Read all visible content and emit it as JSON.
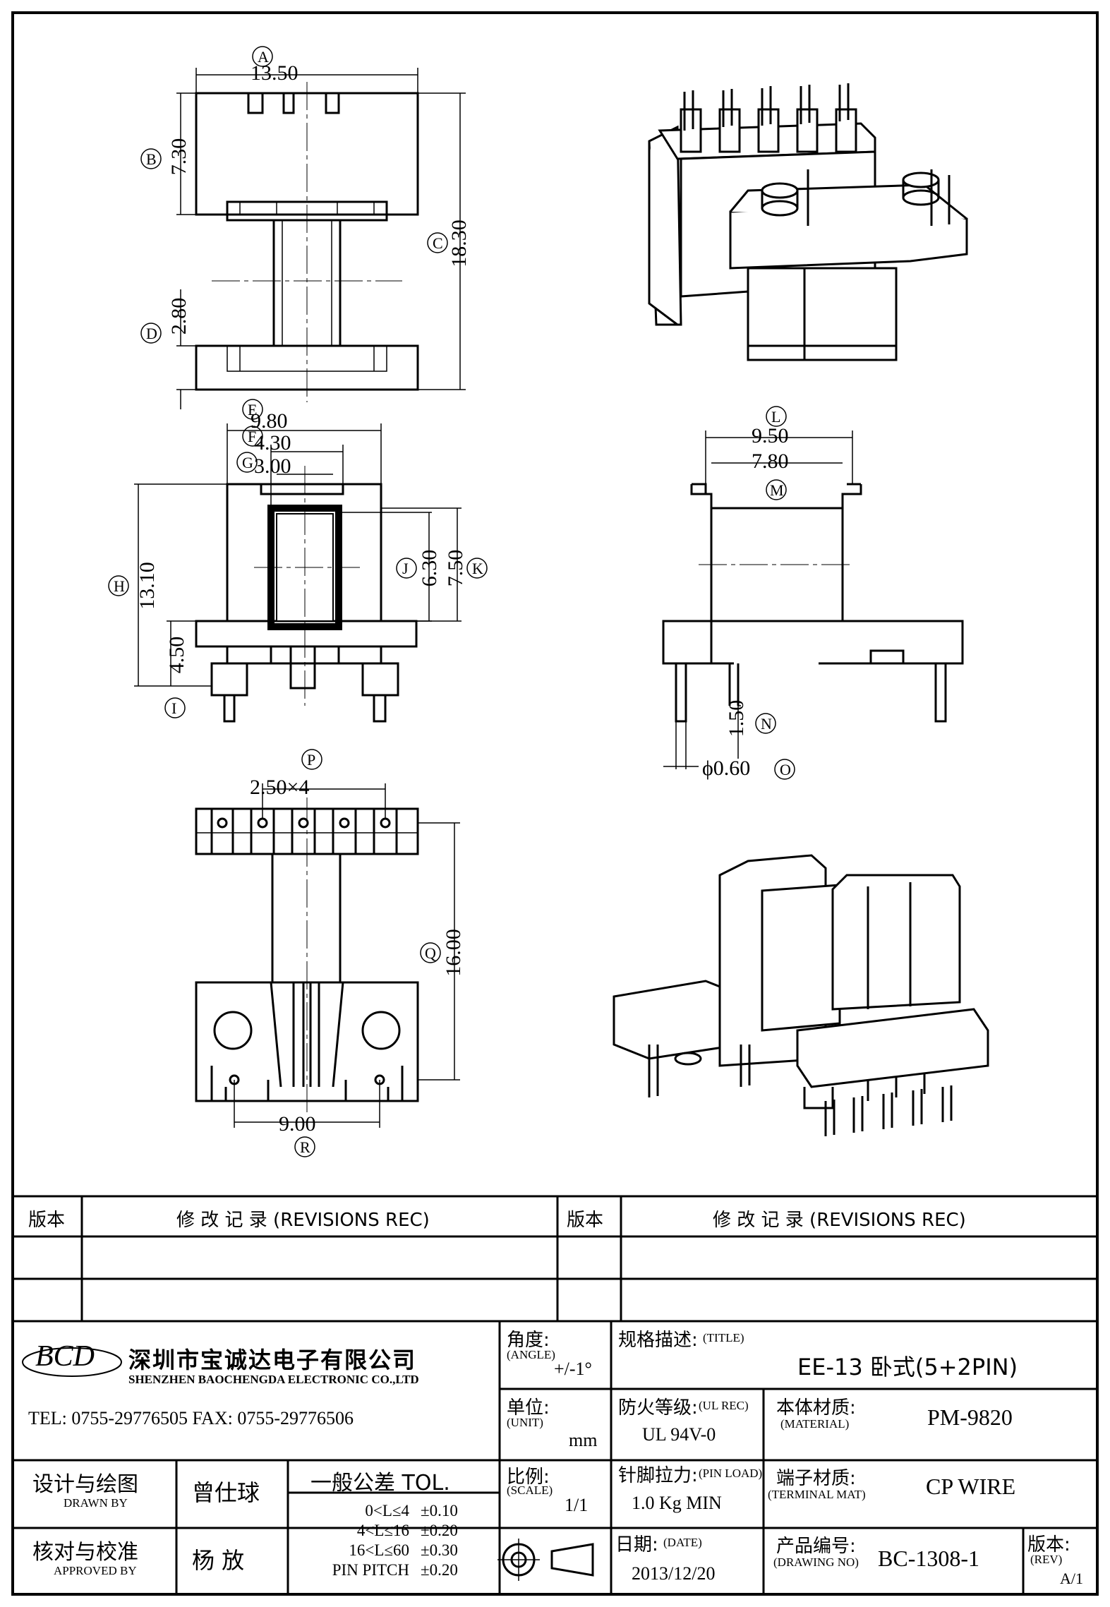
{
  "views": {
    "top": {
      "dims": {
        "width": "13.50",
        "top_height": "7.30",
        "total_height": "18.30",
        "bottom_height": "2.80"
      },
      "labels": {
        "width": "A",
        "top_height": "B",
        "total_height": "C",
        "bottom_height": "D"
      }
    },
    "front": {
      "dims": {
        "width": "9.80",
        "inner_width": "4.30",
        "window_width": "3.00",
        "height": "13.10",
        "pin_height": "4.50",
        "window_height": "6.30",
        "outer_height": "7.50"
      },
      "labels": {
        "width": "E",
        "inner_width": "F",
        "window_width": "G",
        "height": "H",
        "pin_height": "I",
        "window_height": "J",
        "outer_height": "K"
      }
    },
    "side": {
      "dims": {
        "width": "9.50",
        "inner_width": "7.80",
        "pin_len": "1.50",
        "pin_dia": "ϕ0.60"
      },
      "labels": {
        "width": "L",
        "inner_width": "M",
        "pin_len": "N",
        "pin_dia": "O"
      }
    },
    "bottom": {
      "dims": {
        "pitch": "2.50×4",
        "height": "16.00",
        "span": "9.00"
      },
      "labels": {
        "pitch": "P",
        "height": "Q",
        "span": "R"
      }
    }
  },
  "revisions": {
    "col_rev": "版本",
    "col_rec": "修  改  记  录  (REVISIONS REC)"
  },
  "company": {
    "logo": "BCD",
    "name_cn": "深圳市宝诚达电子有限公司",
    "name_en": "SHENZHEN BAOCHENGDA ELECTRONIC CO.,LTD",
    "contact": "TEL: 0755-29776505  FAX: 0755-29776506"
  },
  "title_block": {
    "angle_label": "角度:",
    "angle_label_en": "(ANGLE)",
    "angle_value": "+/-1°",
    "unit_label": "单位:",
    "unit_label_en": "(UNIT)",
    "unit_value": "mm",
    "scale_label": "比例:",
    "scale_label_en": "(SCALE)",
    "scale_value": "1/1",
    "title_label": "规格描述:",
    "title_label_en": "(TITLE)",
    "title_value": "EE-13 卧式(5+2PIN)",
    "ul_label": "防火等级:",
    "ul_label_en": "(UL REC)",
    "ul_value": "UL 94V-0",
    "material_label": "本体材质:",
    "material_label_en": "(MATERIAL)",
    "material_value": "PM-9820",
    "pin_load_label": "针脚拉力:",
    "pin_load_label_en": "(PIN LOAD)",
    "pin_load_value": "1.0 Kg MIN",
    "terminal_label": "端子材质:",
    "terminal_label_en": "(TERMINAL MAT)",
    "terminal_value": "CP WIRE",
    "date_label": "日期:",
    "date_label_en": "(DATE)",
    "date_value": "2013/12/20",
    "drawing_no_label": "产品编号:",
    "drawing_no_label_en": "(DRAWING NO)",
    "drawing_no_value": "BC-1308-1",
    "rev_label": "版本:",
    "rev_label_en": "(REV)",
    "rev_value": "A/1",
    "drawn_label": "设计与绘图",
    "drawn_label_en": "DRAWN BY",
    "drawn_value": "曾仕球",
    "approved_label": "核对与校准",
    "approved_label_en": "APPROVED BY",
    "approved_value": "杨  放",
    "tol_title": "一般公差 TOL.",
    "tolerances": [
      {
        "range": "0<L≤4",
        "value": "±0.10"
      },
      {
        "range": "4<L≤16",
        "value": "±0.20"
      },
      {
        "range": "16<L≤60",
        "value": "±0.30"
      },
      {
        "range": "PIN PITCH",
        "value": "±0.20"
      }
    ]
  }
}
